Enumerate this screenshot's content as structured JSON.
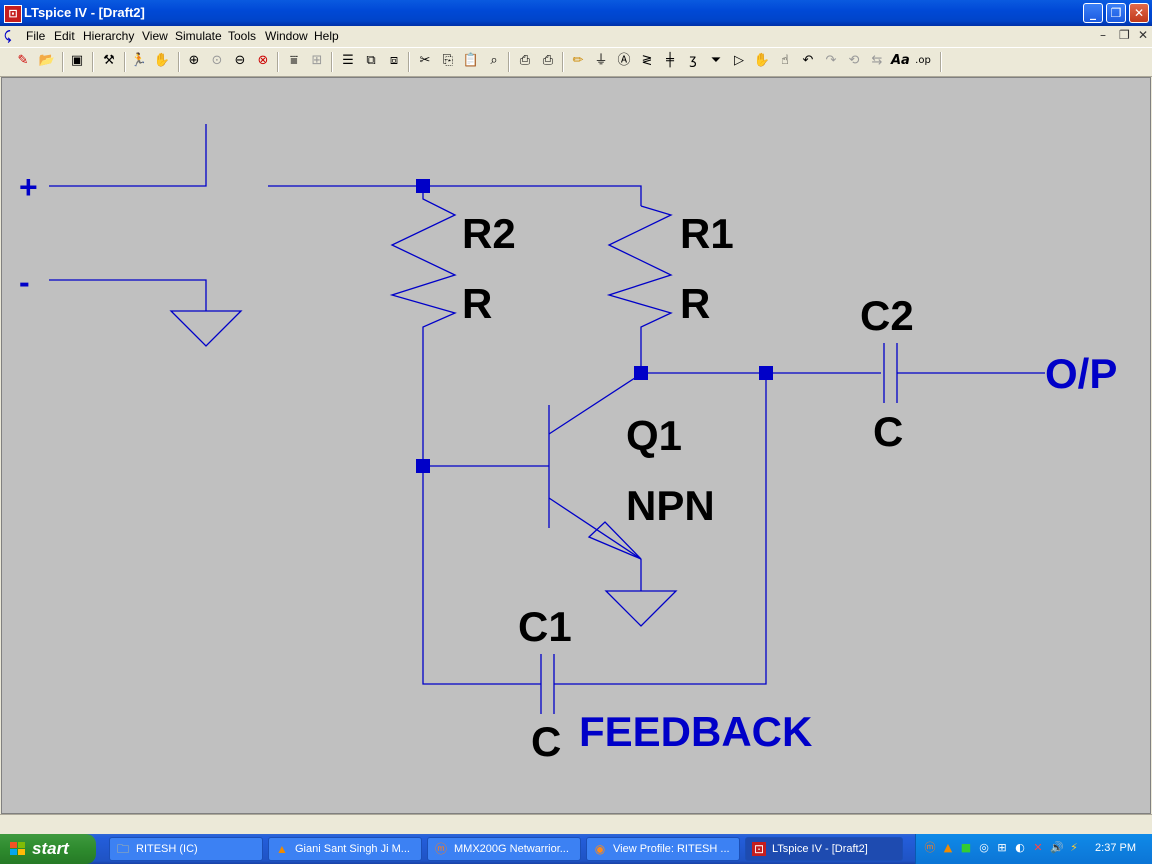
{
  "window": {
    "title": "LTspice IV - [Draft2]"
  },
  "menu": [
    "File",
    "Edit",
    "Hierarchy",
    "View",
    "Simulate",
    "Tools",
    "Window",
    "Help"
  ],
  "toolbar_icons": [
    "new-schematic-icon",
    "open-icon",
    "save-icon",
    "control-panel-icon",
    "run-icon",
    "halt-icon",
    "zoom-in-icon",
    "zoom-full-icon",
    "zoom-out-icon",
    "zoom-cancel-icon",
    "autorange-icon",
    "grid-icon",
    "tile-horizontal-icon",
    "cascade-icon",
    "tile-vertical-icon",
    "cut-icon",
    "copy-icon",
    "paste-icon",
    "find-icon",
    "print-setup-icon",
    "print-icon",
    "draw-wire-icon",
    "ground-icon",
    "label-net-icon",
    "resistor-icon",
    "capacitor-icon",
    "inductor-icon",
    "diode-icon",
    "component-icon",
    "move-icon",
    "drag-icon",
    "undo-icon",
    "redo-icon",
    "rotate-icon",
    "mirror-icon",
    "text-icon",
    "spice-directive-icon"
  ],
  "schematic": {
    "terminal_plus": "+",
    "terminal_minus": "-",
    "r2_name": "R2",
    "r2_value": "R",
    "r1_name": "R1",
    "r1_value": "R",
    "c2_name": "C2",
    "c2_value": "C",
    "q1_name": "Q1",
    "q1_value": "NPN",
    "c1_name": "C1",
    "c1_value": "C",
    "output_label": "O/P",
    "feedback_label": "FEEDBACK",
    "wire_color": "#0000c8",
    "label_color": "#0000c8",
    "text_color": "#000000",
    "canvas_color": "#c0c0c0"
  },
  "taskbar": {
    "start_label": "start",
    "tasks": [
      {
        "label": "RITESH (IC)",
        "icon": "folder-icon"
      },
      {
        "label": "Giani Sant Singh Ji M...",
        "icon": "vlc-icon"
      },
      {
        "label": "MMX200G Netwarrior...",
        "icon": "mozilla-icon"
      },
      {
        "label": "View Profile: RITESH ...",
        "icon": "firefox-icon"
      },
      {
        "label": "LTspice IV - [Draft2]",
        "icon": "ltspice-icon"
      }
    ],
    "clock": "2:37 PM"
  }
}
